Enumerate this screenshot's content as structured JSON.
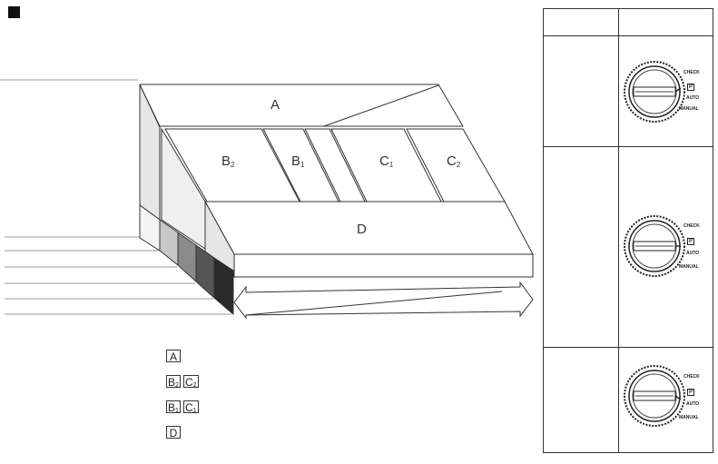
{
  "figure": {
    "regions": {
      "a": "A",
      "b2": "B",
      "b2_sub": "2",
      "b1": "B",
      "b1_sub": "1",
      "c1": "C",
      "c1_sub": "1",
      "c2": "C",
      "c2_sub": "2",
      "d": "D"
    }
  },
  "legend": {
    "row1": {
      "a": "A"
    },
    "row2": {
      "b": "B",
      "b_sub": "2",
      "c": "C",
      "c_sub": "2"
    },
    "row3": {
      "b": "B",
      "b_sub": "1",
      "c": "C",
      "c_sub": "1"
    },
    "row4": {
      "d": "D"
    }
  },
  "panel": {
    "dials": [
      {
        "check": "CHECK",
        "auto": "AUTO",
        "manual": "MANUAL",
        "mark": "P"
      },
      {
        "check": "CHECK",
        "auto": "AUTO",
        "manual": "MANUAL",
        "mark": "P"
      },
      {
        "check": "CHECK",
        "auto": "AUTO",
        "manual": "MANUAL",
        "mark": "P"
      }
    ]
  },
  "colors": {
    "line": "#333333",
    "face_shade": "#e6e6e6",
    "band_light": "#c8c8c8",
    "band_mid": "#8a8a8a",
    "band_dark": "#555555",
    "band_darkest": "#2a2a2a"
  }
}
